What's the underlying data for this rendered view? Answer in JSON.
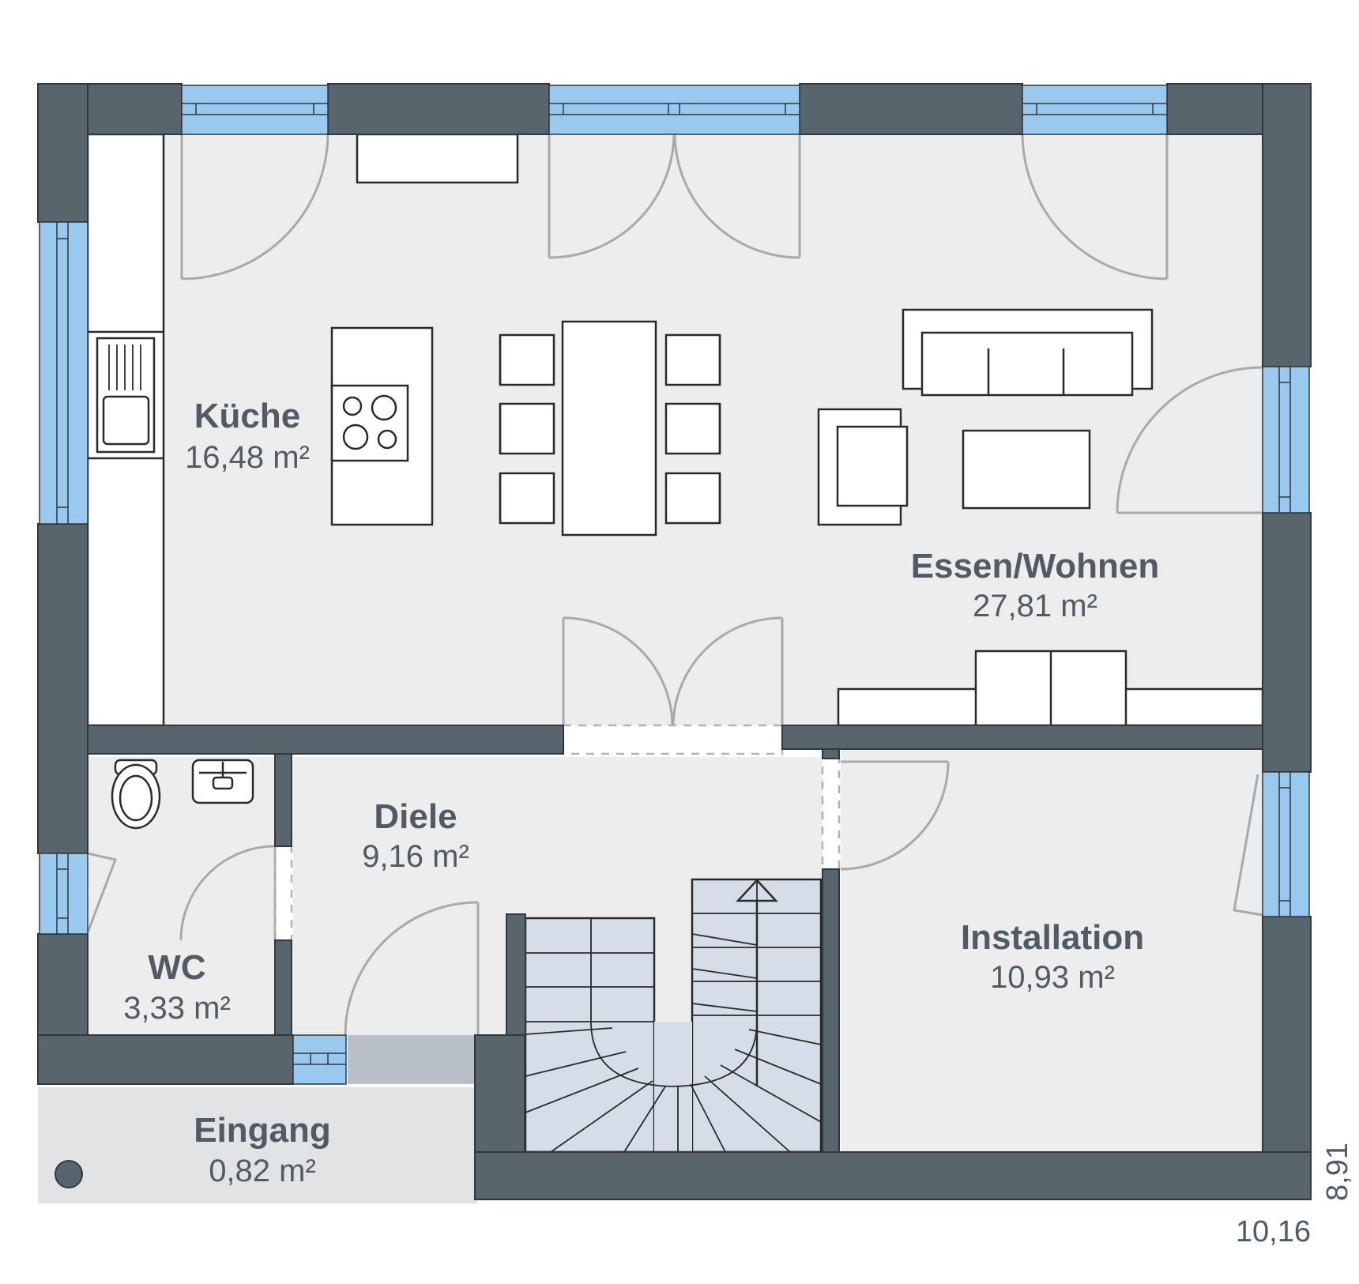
{
  "rooms": {
    "kueche": {
      "name": "Küche",
      "area": "16,48 m²"
    },
    "essen_wohnen": {
      "name": "Essen/Wohnen",
      "area": "27,81 m²"
    },
    "diele": {
      "name": "Diele",
      "area": "9,16 m²"
    },
    "wc": {
      "name": "WC",
      "area": "3,33 m²"
    },
    "installation": {
      "name": "Installation",
      "area": "10,93 m²"
    },
    "eingang": {
      "name": "Eingang",
      "area": "0,82 m²"
    }
  },
  "dimensions": {
    "width": "10,16",
    "depth": "8,91"
  },
  "colors": {
    "wall": "#58656d",
    "floor": "#ededee",
    "window": "#99c9ef",
    "stair": "#d6dde8",
    "text": "#525a62"
  }
}
